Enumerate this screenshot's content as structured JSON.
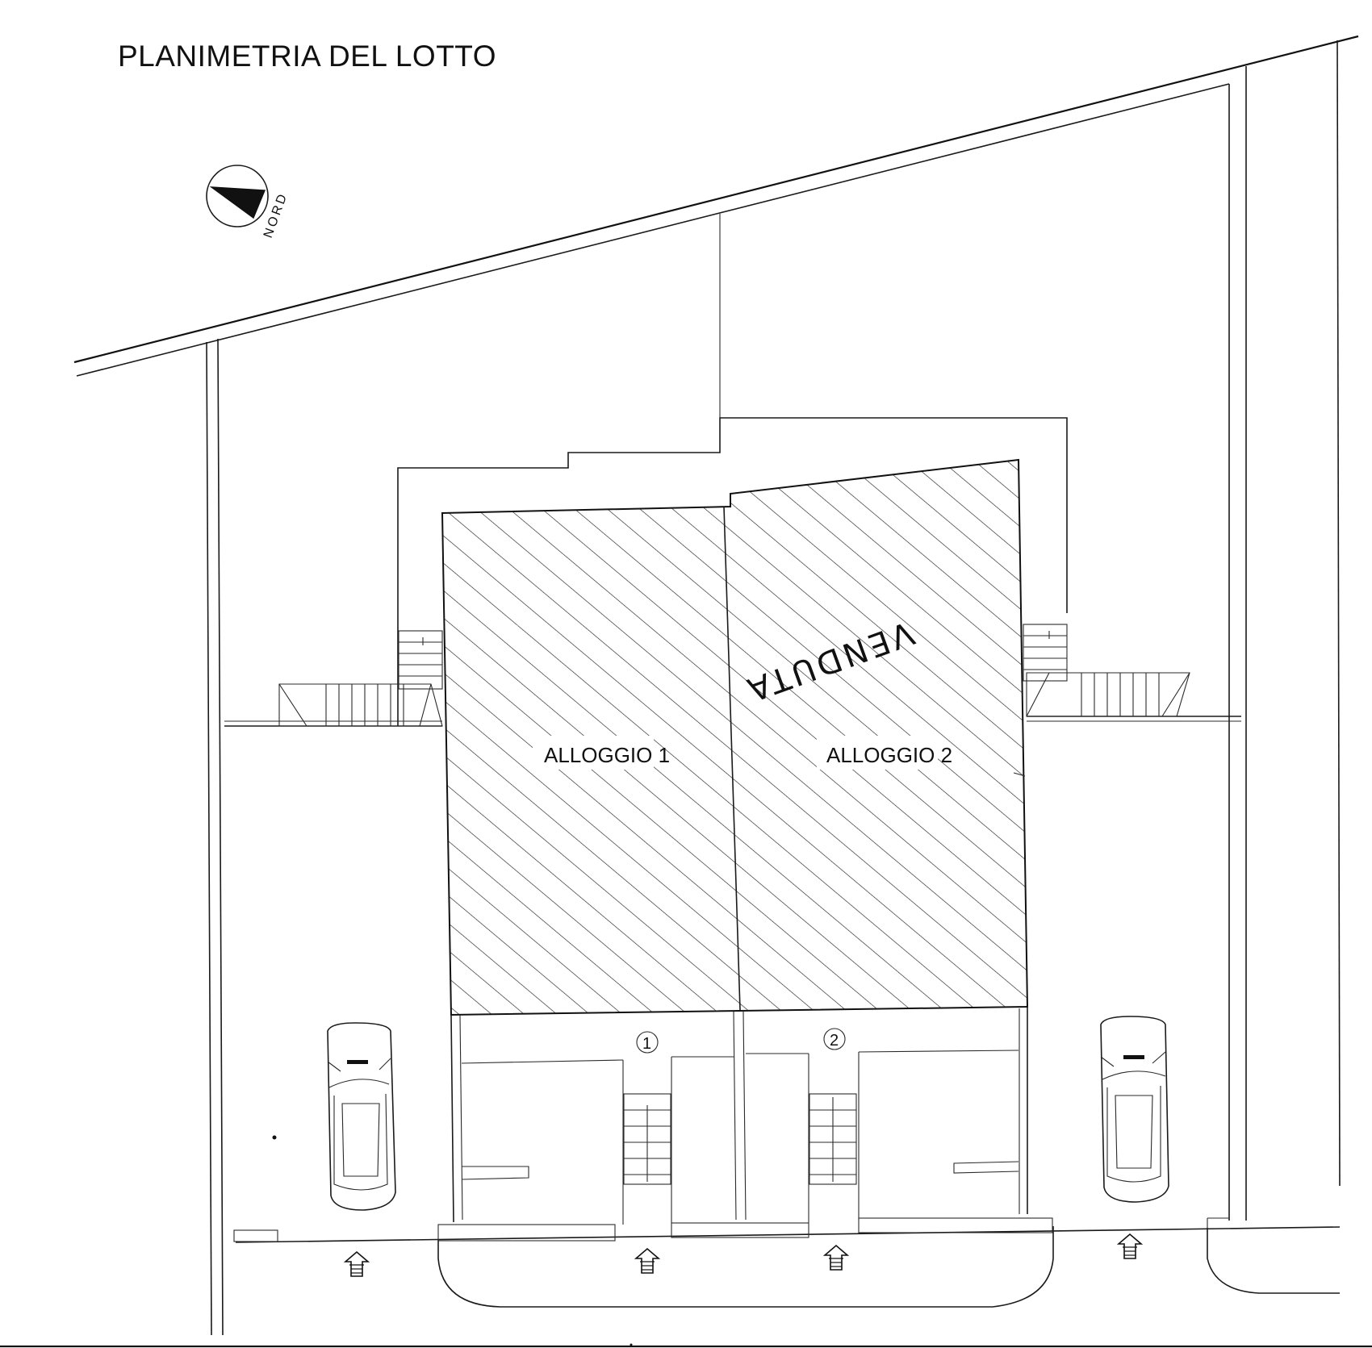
{
  "title": "PLANIMETRIA DEL LOTTO",
  "compass": {
    "label": "NORD"
  },
  "units": [
    {
      "label": "ALLOGGIO 1",
      "number": "1"
    },
    {
      "label": "ALLOGGIO 2",
      "number": "2"
    }
  ],
  "annotation": {
    "handwritten": "VENDUTA"
  },
  "colors": {
    "ink": "#1a1a1a",
    "paper": "#ffffff"
  }
}
